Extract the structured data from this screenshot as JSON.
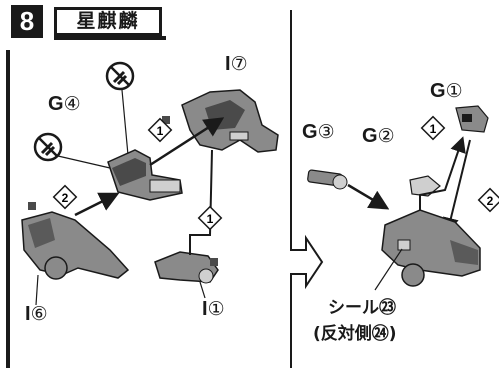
{
  "step": {
    "number": "8",
    "title": "星麒麟"
  },
  "parts": {
    "g4": {
      "letter": "G",
      "num": "④"
    },
    "i7": {
      "letter": "I",
      "num": "⑦"
    },
    "i6": {
      "letter": "I",
      "num": "⑥"
    },
    "i1": {
      "letter": "I",
      "num": "①"
    },
    "g3": {
      "letter": "G",
      "num": "③"
    },
    "g2": {
      "letter": "G",
      "num": "②"
    },
    "g1": {
      "letter": "G",
      "num": "①"
    }
  },
  "order_marks": [
    "1",
    "2",
    "1",
    "1",
    "2"
  ],
  "sticker": {
    "line1": "シール㉓",
    "line2": "(反対側㉔)"
  },
  "colors": {
    "ink": "#1a1a1a",
    "part_gray": "#8a8a8a",
    "part_dark": "#4a4a4a",
    "part_light": "#cfcfcf"
  }
}
